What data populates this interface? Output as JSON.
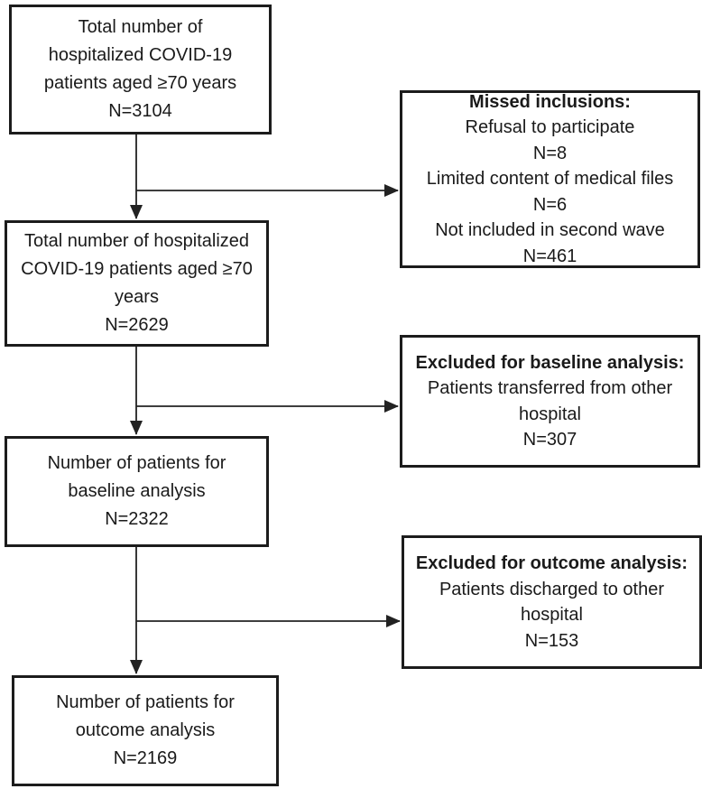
{
  "flowchart": {
    "colors": {
      "background": "#ffffff",
      "box_border": "#1c1c1c",
      "text": "#1a1a1a",
      "arrow": "#222222"
    },
    "left_boxes": [
      {
        "lines": [
          "Total number of",
          "hospitalized COVID-19",
          "patients aged ≥70 years",
          "N=3104"
        ]
      },
      {
        "lines": [
          "Total number of hospitalized",
          "COVID-19 patients aged ≥70",
          "years",
          "N=2629"
        ]
      },
      {
        "lines": [
          "Number of patients for",
          "baseline analysis",
          "N=2322"
        ]
      },
      {
        "lines": [
          "Number of patients for",
          "outcome analysis",
          "N=2169"
        ]
      }
    ],
    "right_boxes": [
      {
        "header": "Missed inclusions:",
        "lines": [
          "Refusal to participate",
          "N=8",
          "Limited content of medical files",
          "N=6",
          "Not included in second wave",
          "N=461"
        ]
      },
      {
        "header": "Excluded for baseline analysis:",
        "lines": [
          "Patients transferred from other",
          "hospital",
          "N=307"
        ]
      },
      {
        "header": "Excluded for outcome analysis:",
        "lines": [
          "Patients discharged to other",
          "hospital",
          "N=153"
        ]
      }
    ]
  }
}
